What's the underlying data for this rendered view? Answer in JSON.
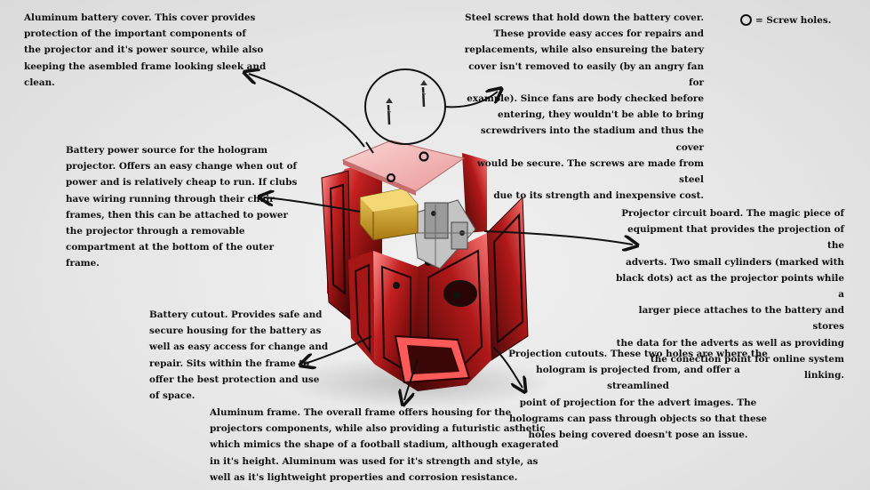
{
  "legend": {
    "symbol": "screw-hole-ring",
    "label": "= Screw holes."
  },
  "notes": {
    "battery_cover": "Aluminum battery cover. This cover provides\nprotection of the important components of\nthe projector and it's power source, while also\nkeeping the asembled frame looking sleek and\nclean.",
    "screws": "Steel screws that hold down the battery cover.\nThese provide easy acces for repairs and\nreplacements, while also ensureing the batery\ncover isn't removed to easily (by an angry fan for\nexample). Since fans are body checked before\nentering, they wouldn't be able to bring\nscrewdrivers into the stadium and thus the cover\nwould be secure. The screws are made from steel\ndue to its strength and inexpensive cost.",
    "battery": "Battery power source for the hologram\nprojector. Offers an easy change when out of\npower and is relatively cheap to run. If clubs\nhave wiring running through their chair\nframes, then this can be attached to power\nthe projector through a removable\ncompartment at the bottom of the outer\nframe.",
    "circuit_board": "Projector circuit board. The magic piece of\nequipment that provides the projection of the\nadverts. Two small cylinders (marked with\nblack dots) act as the projector points while a\nlarger piece attaches to the battery and stores\nthe data for the adverts as well as providing\nthe conection point for online system linking.",
    "battery_cutout": "Battery cutout. Provides safe and\nsecure housing for the battery as\nwell as easy access for change and\nrepair. Sits within the frame to\noffer the best protection and use\nof space.",
    "projection_cutouts": "Projection cutouts. These two holes are where the\nhologram is projected from, and offer a streamlined\npoint of projection for the advert images. The\nholograms can pass through objects so that these\nholes being covered doesn't pose an issue.",
    "frame": "Aluminum frame. The overall frame offers housing for the\nprojectors components, while also providing a futuristic asthetic\nwhich mimics the shape of a football stadium, although exagerated\nin it's height. Aluminum was used for it's strength and style, as\nwell as it's lightweight properties and corrosion resistance."
  },
  "colors": {
    "frame_red": "#b21a1a",
    "frame_highlight": "#ff9a9a",
    "frame_dark": "#3a0606",
    "cover_pink": "#f4b9b9",
    "battery_gold": "#d9a82e",
    "board_grey": "#b9b9b9",
    "ink": "#111111"
  }
}
